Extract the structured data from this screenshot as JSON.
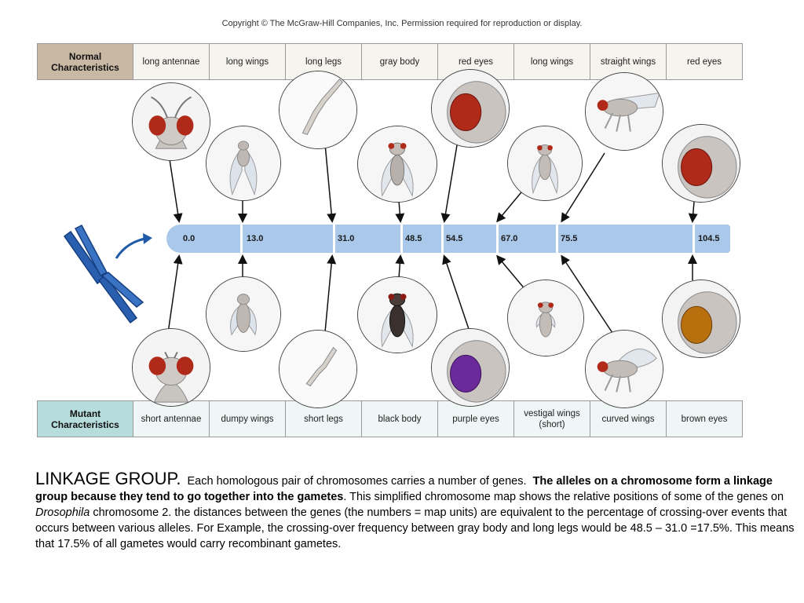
{
  "copyright": "Copyright © The McGraw-Hill Companies, Inc. Permission required for reproduction or display.",
  "normal": {
    "header_line1": "Normal",
    "header_line2": "Characteristics",
    "traits": [
      "long antennae",
      "long wings",
      "long legs",
      "gray body",
      "red eyes",
      "long wings",
      "straight wings",
      "red eyes"
    ]
  },
  "mutant": {
    "header_line1": "Mutant",
    "header_line2": "Characteristics",
    "traits": [
      "short antennae",
      "dumpy wings",
      "short legs",
      "black body",
      "purple eyes",
      "vestigal wings",
      "curved wings",
      "brown eyes"
    ],
    "trait_sub": "(short)"
  },
  "map_positions": [
    "0.0",
    "13.0",
    "31.0",
    "48.5",
    "54.5",
    "67.0",
    "75.5",
    "104.5"
  ],
  "colors": {
    "chromosome": "#a9c8ea",
    "normal_header": "#c8b8a4",
    "mutant_header": "#b7dcdc",
    "red_eye": "#b02a1a",
    "purple_eye": "#6a2a9a",
    "brown_eye": "#b8700f"
  },
  "caption": {
    "title": "LINKAGE GROUP.",
    "s1": "Each homologous pair of chromosomes carries a number of genes.",
    "bold": "The alleles on a chromosome form a linkage group because they tend to go together into the gametes",
    "s2a": ". This simplified chromosome map shows the relative positions of some of the genes on ",
    "italic": "Drosophila",
    "s2b": " chromosome 2. the distances between the genes (the numbers = map units) are equivalent to the percentage of crossing-over events that occurs between various alleles. For Example, the crossing-over frequency between gray body and long legs would be 48.5 – 31.0 =17.5%. This means that 17.5% of all gametes would carry recombinant gametes."
  }
}
